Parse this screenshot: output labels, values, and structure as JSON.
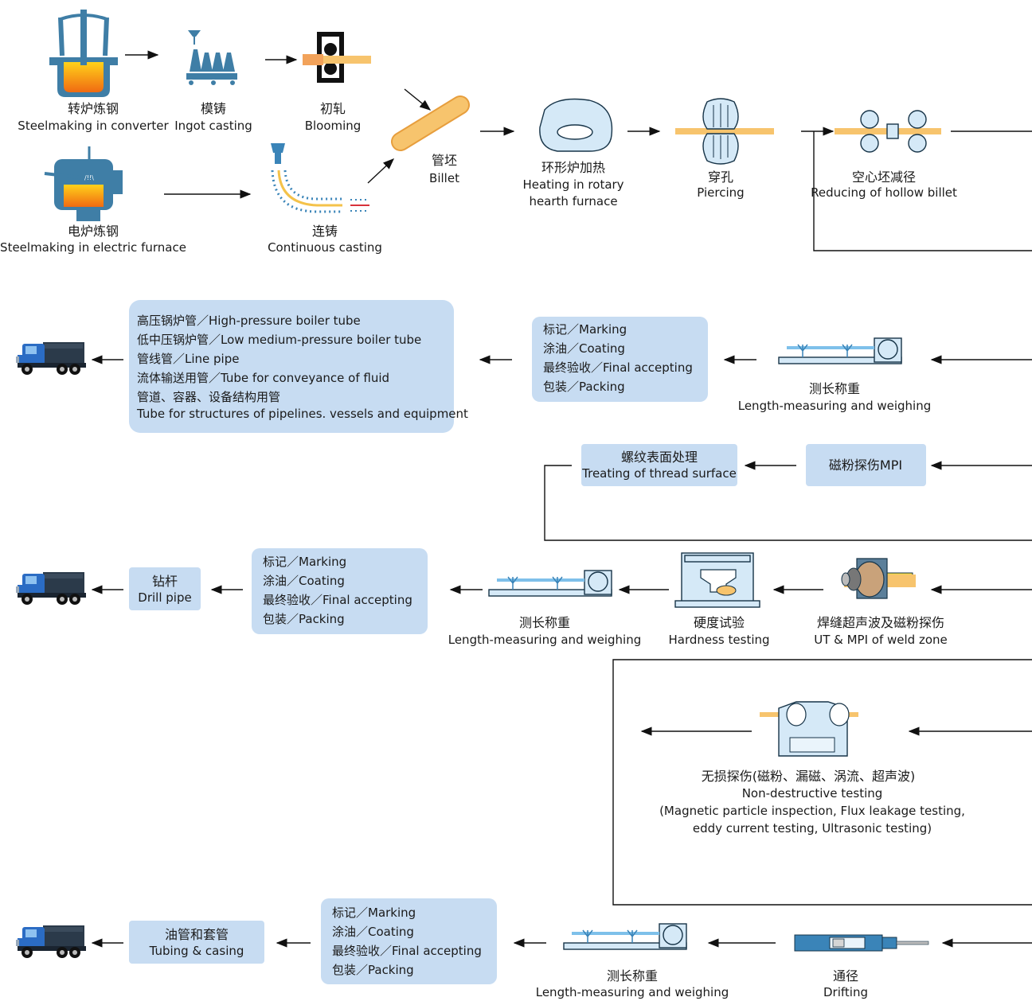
{
  "row1": {
    "converter": {
      "cn": "转炉炼钢",
      "en": "Steelmaking in converter"
    },
    "ingot": {
      "cn": "模铸",
      "en": "Ingot casting"
    },
    "blooming": {
      "cn": "初轧",
      "en": "Blooming"
    },
    "electric": {
      "cn": "电炉炼钢",
      "en": "Steelmaking in electric furnace"
    },
    "continuous": {
      "cn": "连铸",
      "en": "Continuous casting"
    },
    "billet": {
      "cn": "管坯",
      "en": "Billet"
    },
    "rotary": {
      "cn": "环形炉加热",
      "en1": "Heating in rotary",
      "en2": "hearth furnace"
    },
    "piercing": {
      "cn": "穿孔",
      "en": "Piercing"
    },
    "reducing": {
      "cn": "空心坯减径",
      "en": "Reducing of hollow billet"
    }
  },
  "row2": {
    "products": [
      "高压锅炉管／High-pressure boiler tube",
      "低中压锅炉管／Low medium-pressure boiler tube",
      "管线管／Line pipe",
      "流体输送用管／Tube for conveyance of fluid",
      "管道、容器、设备结构用管",
      "Tube for structures of pipelines. vessels and equipment"
    ],
    "finishing": [
      "标记／Marking",
      "涂油／Coating",
      "最终验收／Final accepting",
      "包装／Packing"
    ],
    "measure": {
      "cn": "测长称重",
      "en": "Length-measuring and weighing"
    }
  },
  "row3": {
    "thread": {
      "cn": "螺纹表面处理",
      "en": "Treating of thread surface"
    },
    "mpi": {
      "label": "磁粉探伤MPI"
    }
  },
  "row4": {
    "drill": {
      "cn": "钻杆",
      "en": "Drill pipe"
    },
    "finishing": [
      "标记／Marking",
      "涂油／Coating",
      "最终验收／Final accepting",
      "包装／Packing"
    ],
    "measure": {
      "cn": "测长称重",
      "en": "Length-measuring and weighing"
    },
    "hardness": {
      "cn": "硬度试验",
      "en": "Hardness testing"
    },
    "weld": {
      "cn": "焊缝超声波及磁粉探伤",
      "en": "UT & MPI of weld zone"
    }
  },
  "row5": {
    "ndt": {
      "cn": "无损探伤(磁粉、漏磁、涡流、超声波)",
      "en1": "Non-destructive testing",
      "en2": "(Magnetic particle inspection, Flux leakage testing,",
      "en3": "eddy current testing, Ultrasonic testing)"
    }
  },
  "row6": {
    "tubing": {
      "cn": "油管和套管",
      "en": "Tubing & casing"
    },
    "finishing": [
      "标记／Marking",
      "涂油／Coating",
      "最终验收／Final accepting",
      "包装／Packing"
    ],
    "measure": {
      "cn": "测长称重",
      "en": "Length-measuring and weighing"
    },
    "drifting": {
      "cn": "通径",
      "en": "Drifting"
    }
  },
  "colors": {
    "box": "#c7dcf2",
    "pipe": "#f7c46d",
    "equipment": "#d5e9f7",
    "truck": "#2b6cc4",
    "furnace": "#f7a51c",
    "steelblue": "#3f7ea6"
  }
}
